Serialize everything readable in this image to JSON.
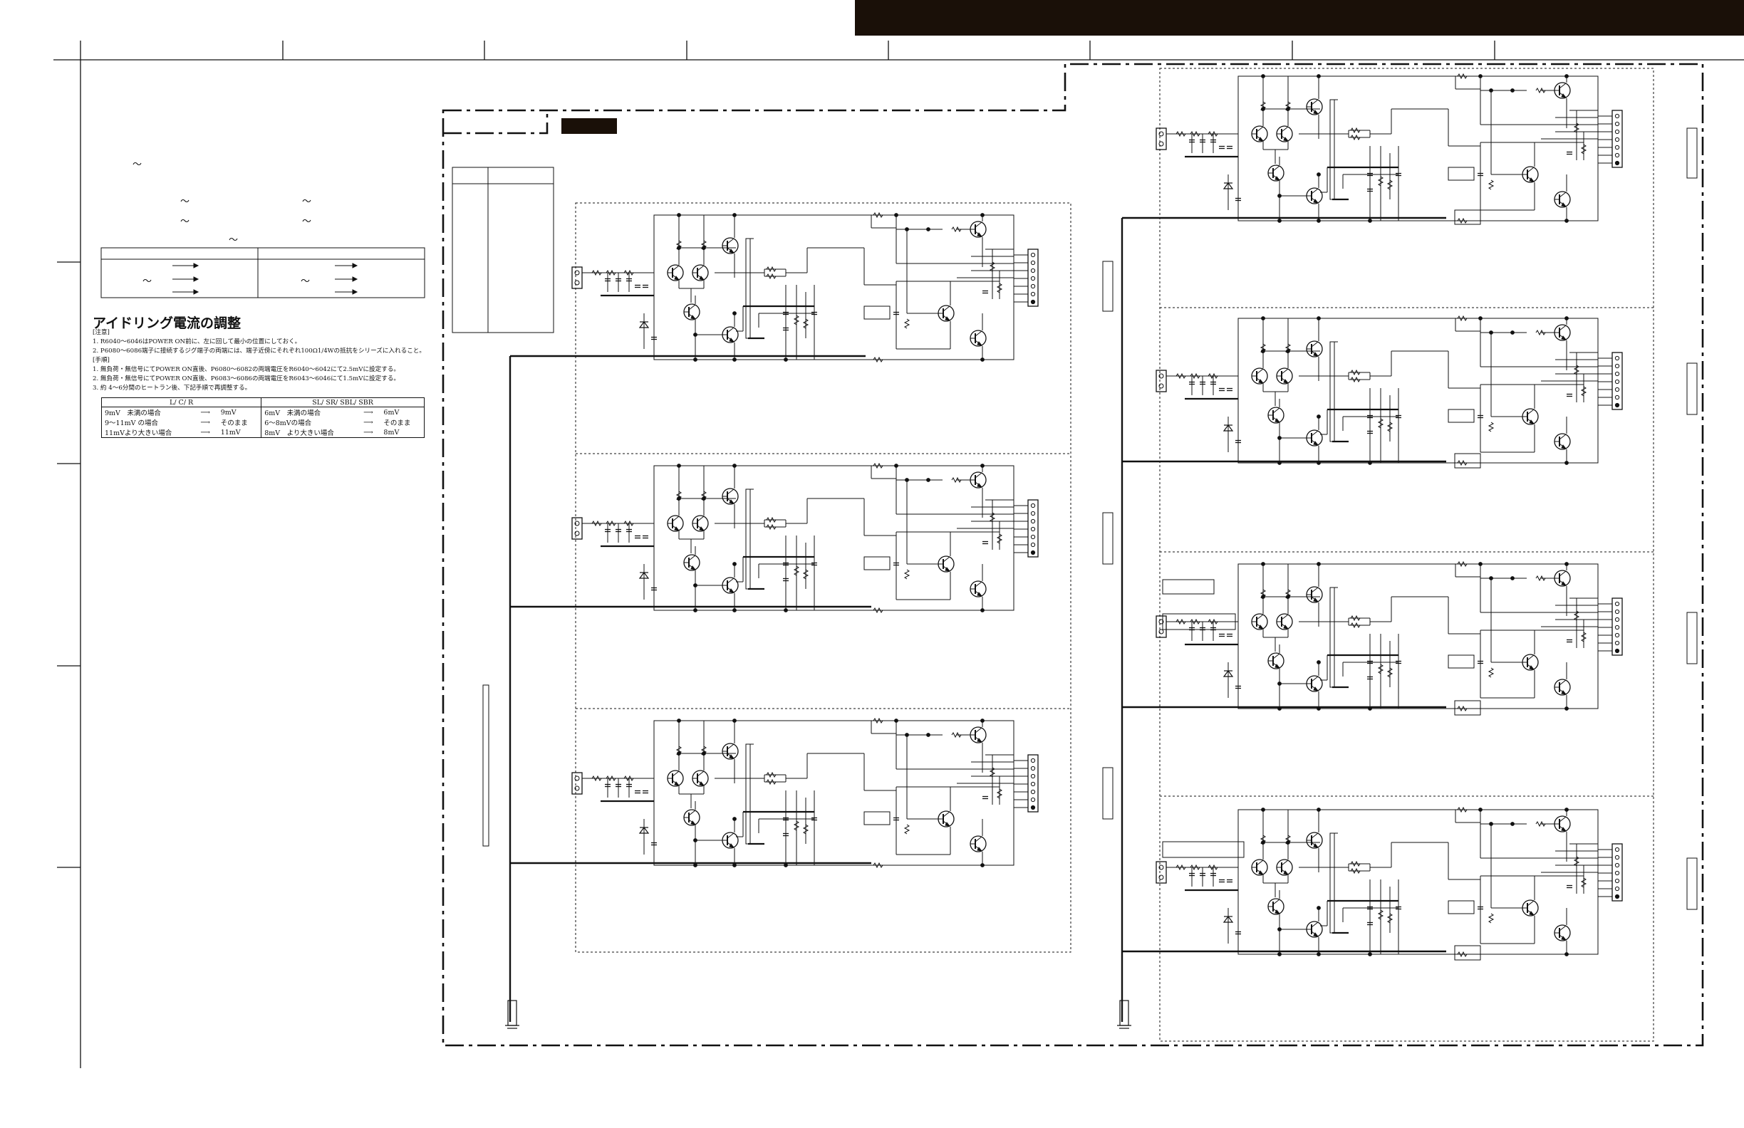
{
  "adjustment": {
    "title": "アイドリング電流の調整",
    "caution_header": "[注意]",
    "caution_1": "1. R6040～6046はPOWER ON前に、左に回して最小の位置にしておく。",
    "caution_2": "2. P6080～6086端子に接続するジグ端子の両端には、端子近傍にそれぞれ100Ω1/4Wの抵抗をシリーズに入れること。",
    "procedure_header": "[手順]",
    "procedure_1": "1. 無負荷・無信号にてPOWER ON直後、P6080～6082の両端電圧をR6040～6042にて2.5mVに設定する。",
    "procedure_2": "2. 無負荷・無信号にてPOWER ON直後、P6083～6086の両端電圧をR6043～6046にて1.5mVに設定する。",
    "procedure_3": "3. 約 4～6分間のヒートラン後、下記手順で再調整する。",
    "table": {
      "col_left": "L/ C/ R",
      "col_right": "SL/ SR/ SBL/ SBR",
      "rows": [
        {
          "l_cond": "9mV　未満の場合",
          "l_val": "9mV",
          "r_cond": "6mV　未満の場合",
          "r_val": "6mV"
        },
        {
          "l_cond": "9～11mV の場合",
          "l_val": "そのまま",
          "r_cond": "6～8mVの場合",
          "r_val": "そのまま"
        },
        {
          "l_cond": "11mVより大きい場合",
          "l_val": "11mV",
          "r_cond": "8mV　より大きい場合",
          "r_val": "8mV"
        }
      ]
    }
  },
  "upper_table": {
    "row2_tilde": "～"
  },
  "colors": {
    "ink": "#111111",
    "banner": "#1a1008"
  }
}
